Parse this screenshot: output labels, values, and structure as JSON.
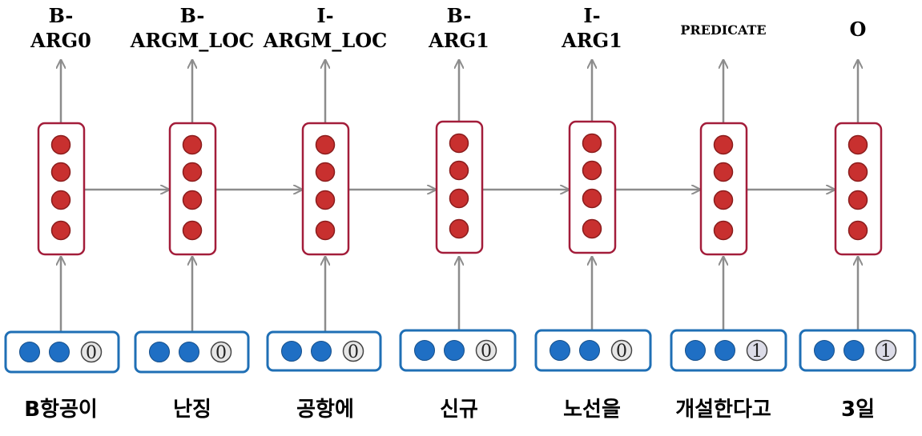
{
  "columns": [
    {
      "tag_lines": [
        "B-",
        "ARG0"
      ],
      "flag": "0",
      "word": "B항공이"
    },
    {
      "tag_lines": [
        "B-",
        "ARGM_LOC"
      ],
      "flag": "0",
      "word": "난징"
    },
    {
      "tag_lines": [
        "I-",
        "ARGM_LOC"
      ],
      "flag": "0",
      "word": "공항에"
    },
    {
      "tag_lines": [
        "B-",
        "ARG1"
      ],
      "flag": "0",
      "word": "신규"
    },
    {
      "tag_lines": [
        "I-",
        "ARG1"
      ],
      "flag": "0",
      "word": "노선을"
    },
    {
      "tag_lines": [
        "PREDICATE"
      ],
      "flag": "1",
      "word": "개설한다고"
    },
    {
      "tag_lines": [
        "O"
      ],
      "flag": "1",
      "word": "3일"
    }
  ],
  "colors": {
    "cell_border": "#a31d3a",
    "cell_node": "#c8302f",
    "input_border": "#1f6fb5",
    "input_node": "#1f6fc4",
    "arrow": "#8c8c8c",
    "flag_fill_0": "#e6e6e6",
    "flag_fill_1": "#dcdce8"
  }
}
